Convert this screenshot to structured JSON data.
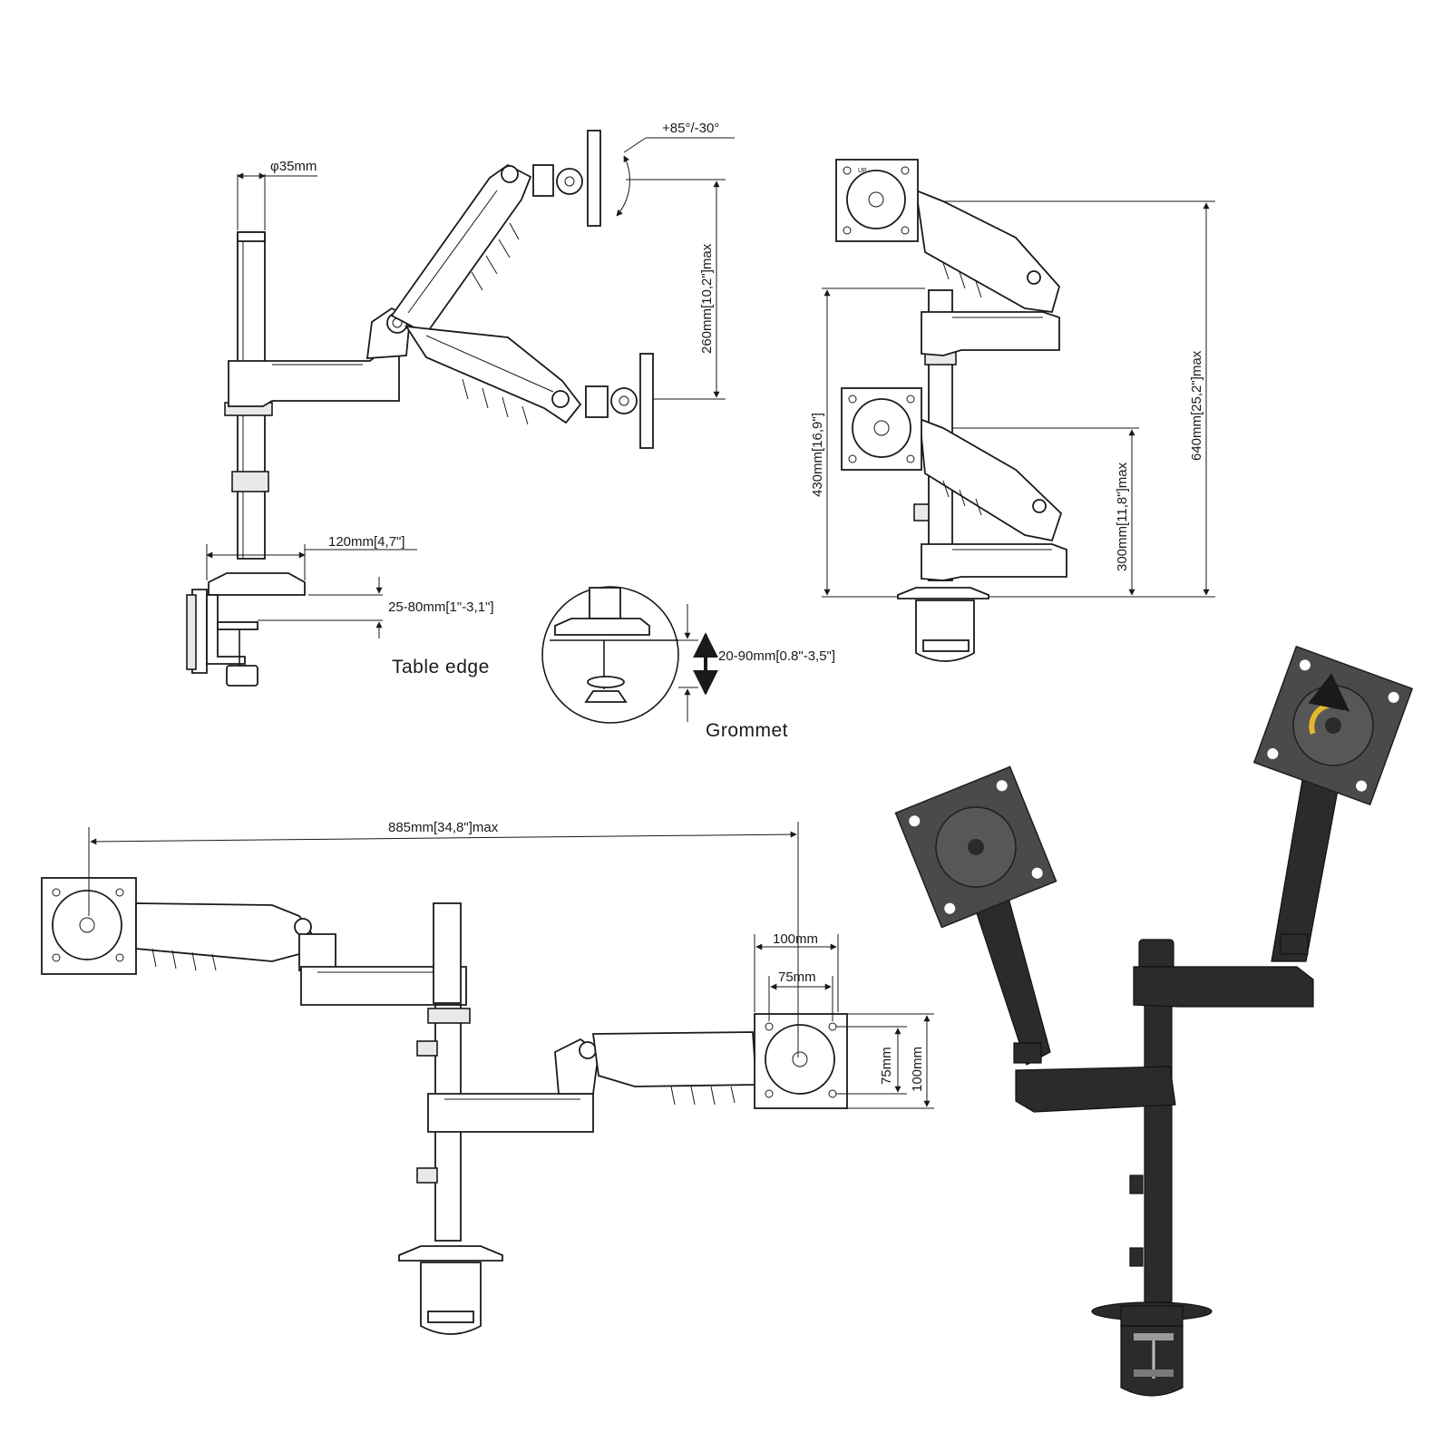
{
  "diagram": {
    "dimensions": {
      "pole_diameter": "φ35mm",
      "tilt": "+85°/-30°",
      "arm_height": "260mm[10,2\"]max",
      "base_width": "120mm[4,7\"]",
      "clamp_range": "25-80mm[1\"-3,1\"]",
      "grommet_range": "20-90mm[0.8\"-3,5\"]",
      "upper_reach": "640mm[25,2\"]max",
      "lower_reach": "430mm[16,9\"]",
      "stack_height": "300mm[11,8\"]max",
      "span": "885mm[34,8\"]max",
      "vesa_outer_w": "100mm",
      "vesa_inner_w": "75mm",
      "vesa_inner_h": "75mm",
      "vesa_outer_h": "100mm"
    },
    "captions": {
      "table_edge": "Table edge",
      "grommet": "Grommet"
    },
    "plate_mark": "UP"
  }
}
